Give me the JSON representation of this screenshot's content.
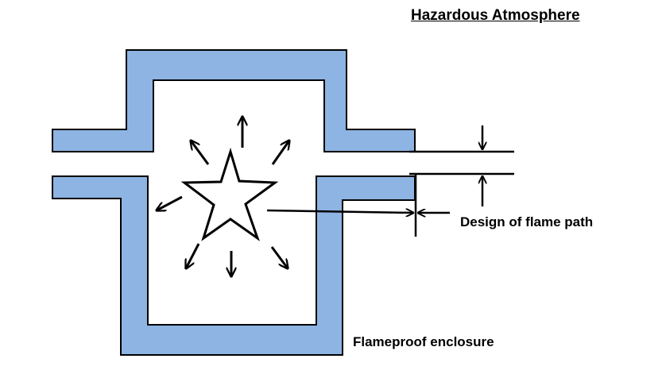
{
  "title": "Hazardous Atmosphere",
  "labels": {
    "flame_path": "Design of flame path",
    "enclosure": "Flameproof enclosure"
  },
  "colors": {
    "enclosure_fill": "#8DB4E2",
    "outline": "#000000",
    "background": "#FFFFFF"
  },
  "icons": {
    "explosion": "star-icon",
    "pressure": "arrow-icon"
  }
}
